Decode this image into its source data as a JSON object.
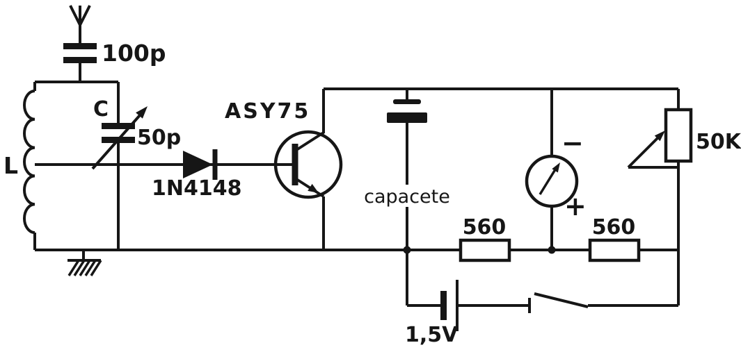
{
  "diagram": {
    "kind": "circuit-schematic",
    "description": "One-transistor radio receiver schematic with tuned LC circuit, detector diode, earphone, meter, battery and switch",
    "ink_color": "#161616",
    "paper_color": "#ffffff"
  },
  "components": {
    "antenna_capacitor": {
      "value": "100p"
    },
    "tuning_capacitor": {
      "name": "C",
      "value": "50p"
    },
    "coil": {
      "name": "L"
    },
    "detector_diode": {
      "part": "1N4148"
    },
    "transistor": {
      "part": "ASY75"
    },
    "earphone": {
      "label": "capacete"
    },
    "meter": {
      "minus": "−",
      "plus": "+"
    },
    "potentiometer": {
      "value": "50K"
    },
    "resistor_left": {
      "value": "560"
    },
    "resistor_right": {
      "value": "560"
    },
    "battery": {
      "value": "1,5V"
    }
  }
}
